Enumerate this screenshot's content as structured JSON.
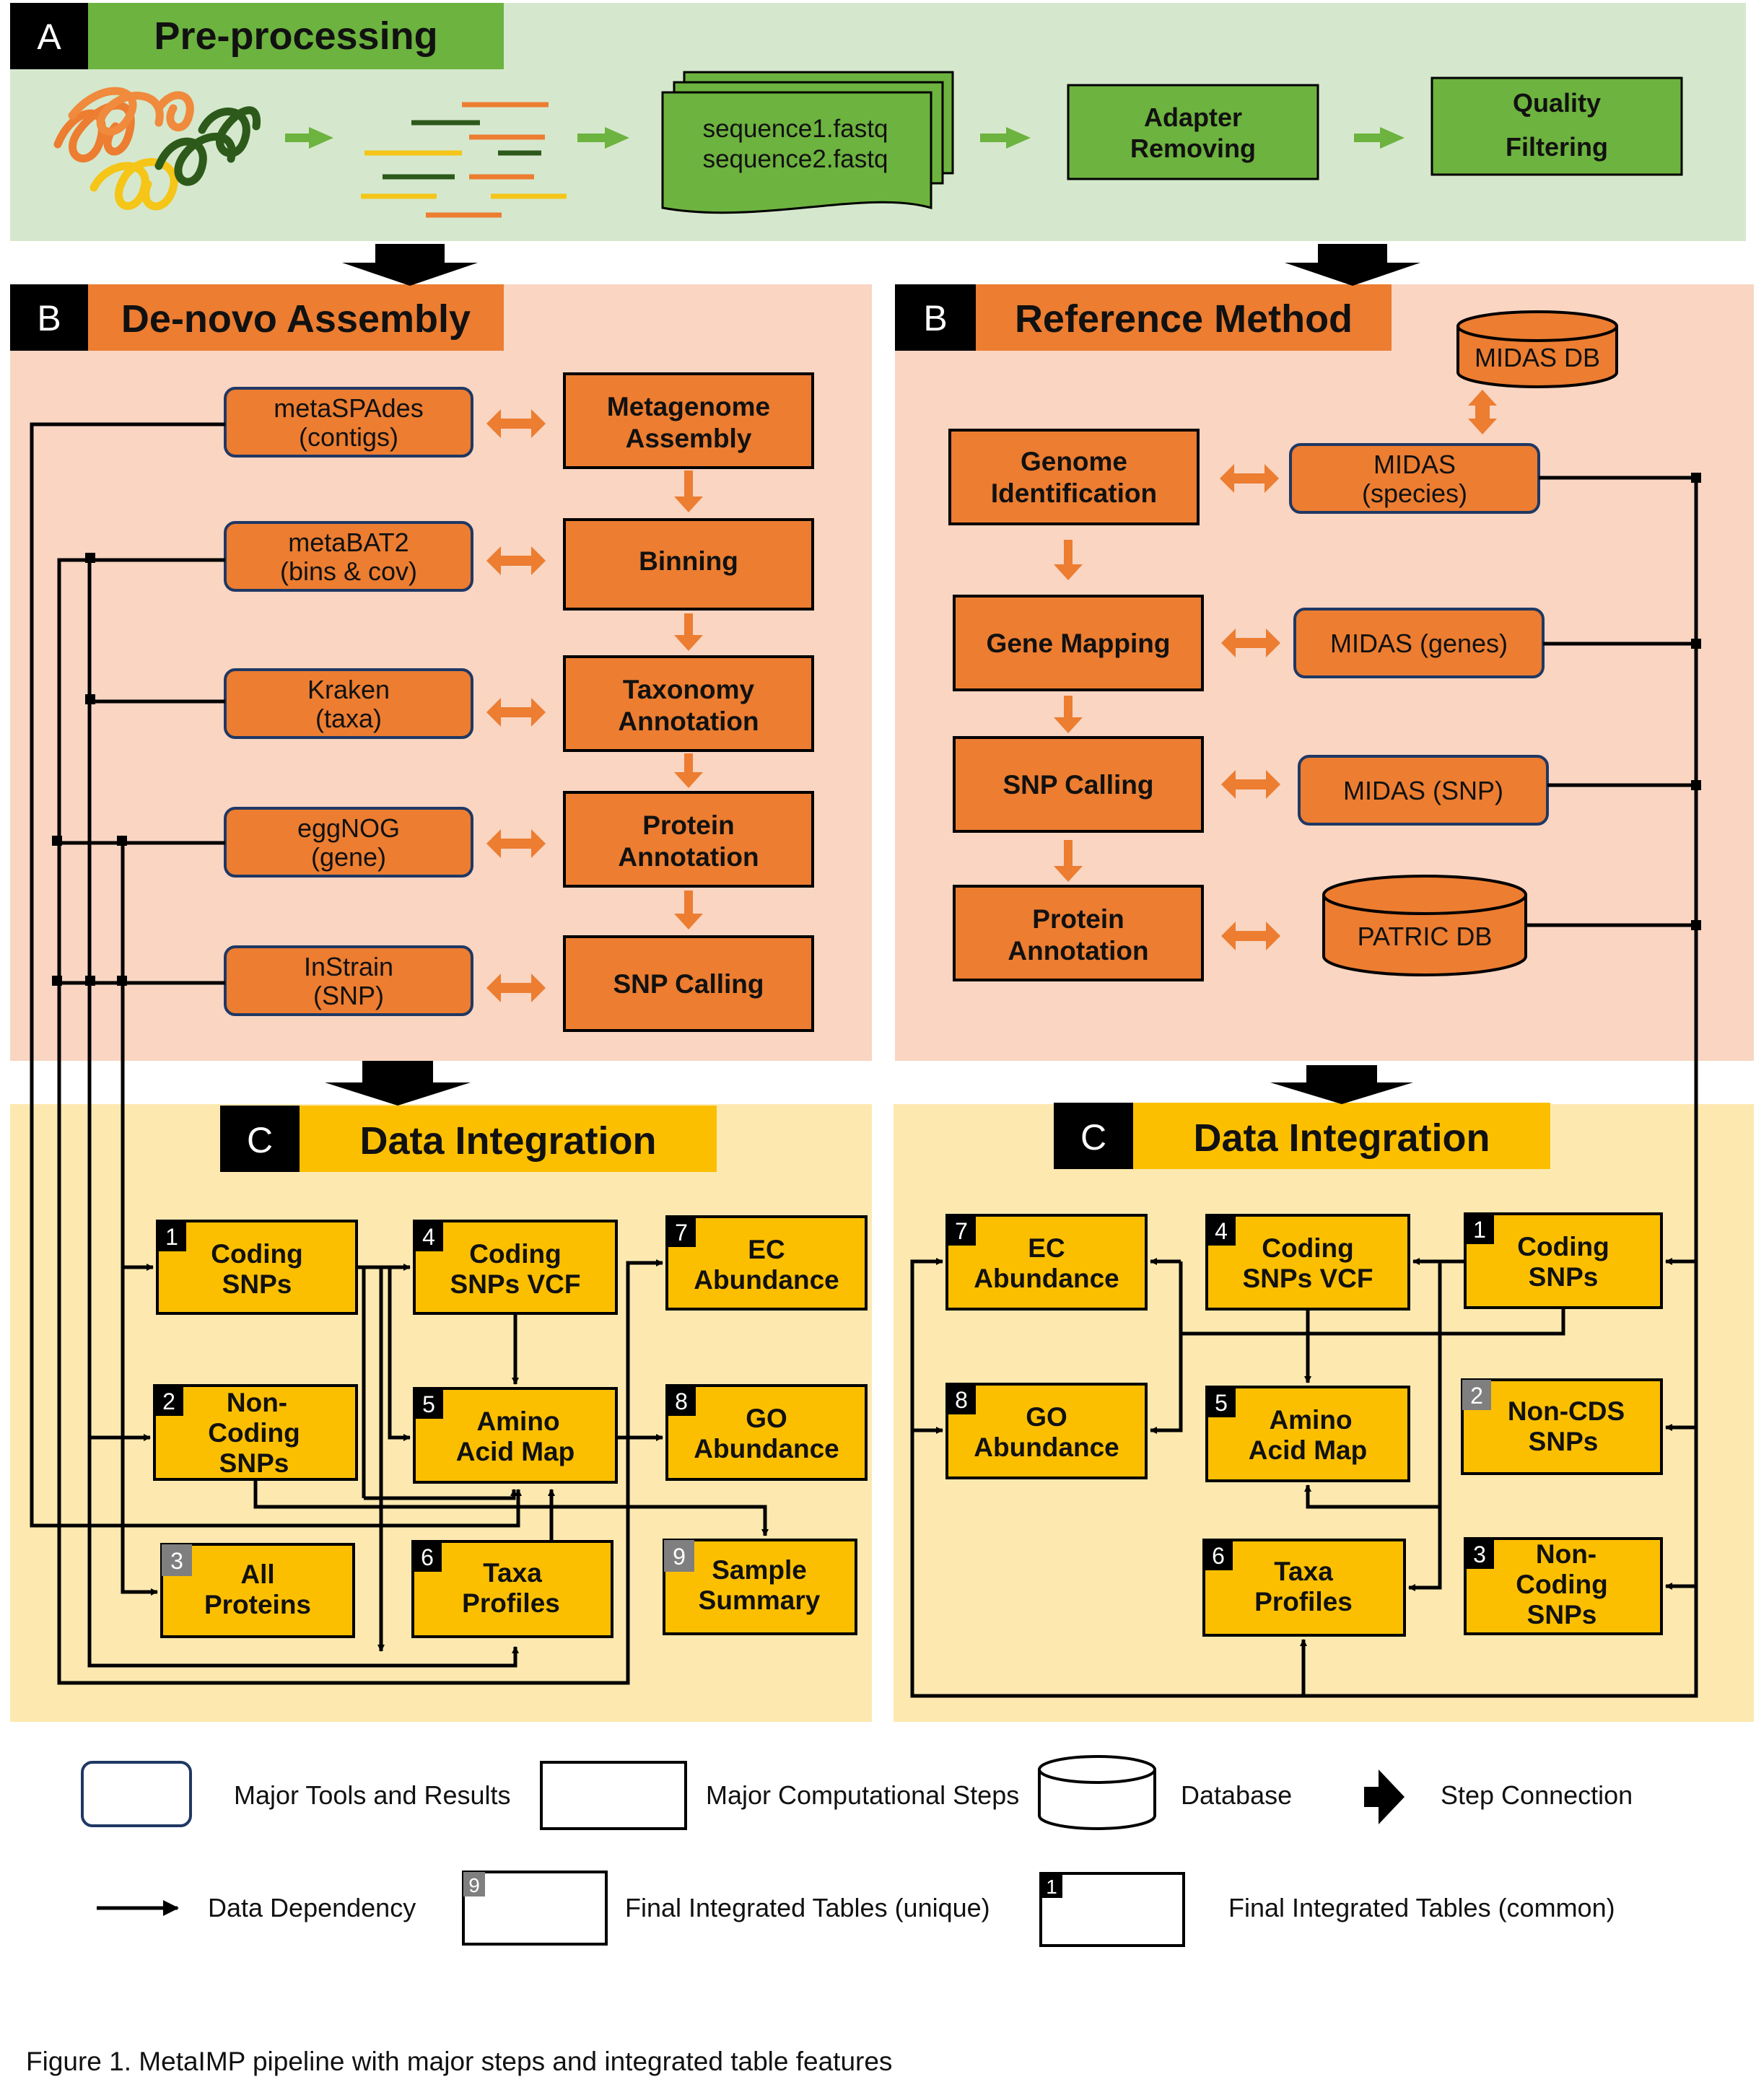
{
  "colors": {
    "green_bg": "#d5e8cd",
    "green_box": "#6db33f",
    "orange_bg": "#f9d5c2",
    "orange_box": "#ec7d31",
    "yellow_bg": "#fde9b0",
    "yellow_box": "#fcbf00",
    "badge_black": "#000000",
    "badge_gray": "#7f7f7f",
    "seq_dark": "#2d5a1b",
    "seq_yellow": "#f5c518"
  },
  "sections": {
    "A": {
      "letter": "A",
      "title": "Pre-processing"
    },
    "B_left": {
      "letter": "B",
      "title": "De-novo Assembly"
    },
    "B_right": {
      "letter": "B",
      "title": "Reference Method"
    },
    "C_left": {
      "letter": "C",
      "title": "Data Integration"
    },
    "C_right": {
      "letter": "C",
      "title": "Data Integration"
    }
  },
  "preprocessing": {
    "fastq_1": "sequence1.fastq",
    "fastq_2": "sequence2.fastq",
    "adapter_1": "Adapter",
    "adapter_2": "Removing",
    "quality_1": "Quality",
    "quality_2": "Filtering"
  },
  "denovo": {
    "tools": [
      {
        "l1": "metaSPAdes",
        "l2": "(contigs)"
      },
      {
        "l1": "metaBAT2",
        "l2": "(bins & cov)"
      },
      {
        "l1": "Kraken",
        "l2": "(taxa)"
      },
      {
        "l1": "eggNOG",
        "l2": "(gene)"
      },
      {
        "l1": "InStrain",
        "l2": "(SNP)"
      }
    ],
    "steps": [
      {
        "l1": "Metagenome",
        "l2": "Assembly"
      },
      {
        "l1": "Binning",
        "l2": ""
      },
      {
        "l1": "Taxonomy",
        "l2": "Annotation"
      },
      {
        "l1": "Protein",
        "l2": "Annotation"
      },
      {
        "l1": "SNP Calling",
        "l2": ""
      }
    ]
  },
  "reference": {
    "midas_db": "MIDAS DB",
    "patric_db": "PATRIC DB",
    "tools": [
      {
        "l1": "MIDAS",
        "l2": "(species)"
      },
      {
        "l1": "MIDAS (genes)",
        "l2": ""
      },
      {
        "l1": "MIDAS (SNP)",
        "l2": ""
      }
    ],
    "steps": [
      {
        "l1": "Genome",
        "l2": "Identification"
      },
      {
        "l1": "Gene Mapping",
        "l2": ""
      },
      {
        "l1": "SNP Calling",
        "l2": ""
      },
      {
        "l1": "Protein",
        "l2": "Annotation"
      }
    ]
  },
  "integration_left": {
    "tables": [
      {
        "num": "1",
        "l1": "Coding",
        "l2": "SNPs",
        "l3": ""
      },
      {
        "num": "4",
        "l1": "Coding",
        "l2": "SNPs VCF",
        "l3": ""
      },
      {
        "num": "7",
        "l1": "EC",
        "l2": "Abundance",
        "l3": ""
      },
      {
        "num": "2",
        "l1": "Non-",
        "l2": "Coding",
        "l3": "SNPs"
      },
      {
        "num": "5",
        "l1": "Amino",
        "l2": "Acid Map",
        "l3": ""
      },
      {
        "num": "8",
        "l1": "GO",
        "l2": "Abundance",
        "l3": ""
      },
      {
        "num": "3",
        "l1": "All",
        "l2": "Proteins",
        "l3": ""
      },
      {
        "num": "6",
        "l1": "Taxa",
        "l2": "Profiles",
        "l3": ""
      },
      {
        "num": "9",
        "l1": "Sample",
        "l2": "Summary",
        "l3": ""
      }
    ]
  },
  "integration_right": {
    "tables": [
      {
        "num": "7",
        "l1": "EC",
        "l2": "Abundance",
        "l3": ""
      },
      {
        "num": "4",
        "l1": "Coding",
        "l2": "SNPs VCF",
        "l3": ""
      },
      {
        "num": "1",
        "l1": "Coding",
        "l2": "SNPs",
        "l3": ""
      },
      {
        "num": "8",
        "l1": "GO",
        "l2": "Abundance",
        "l3": ""
      },
      {
        "num": "5",
        "l1": "Amino",
        "l2": "Acid Map",
        "l3": ""
      },
      {
        "num": "2",
        "l1": "Non-CDS",
        "l2": "SNPs",
        "l3": ""
      },
      {
        "num": "6",
        "l1": "Taxa",
        "l2": "Profiles",
        "l3": ""
      },
      {
        "num": "3",
        "l1": "Non-",
        "l2": "Coding",
        "l3": "SNPs"
      }
    ]
  },
  "legend": {
    "major_tools": "Major Tools and Results",
    "major_steps": "Major Computational Steps",
    "database": "Database",
    "step_connection": "Step Connection",
    "data_dependency": "Data Dependency",
    "final_unique": "Final Integrated Tables (unique)",
    "final_common": "Final Integrated Tables (common)",
    "badge_unique": "9",
    "badge_common": "1"
  },
  "caption": "Figure 1. MetaIMP pipeline with major steps and integrated table features"
}
